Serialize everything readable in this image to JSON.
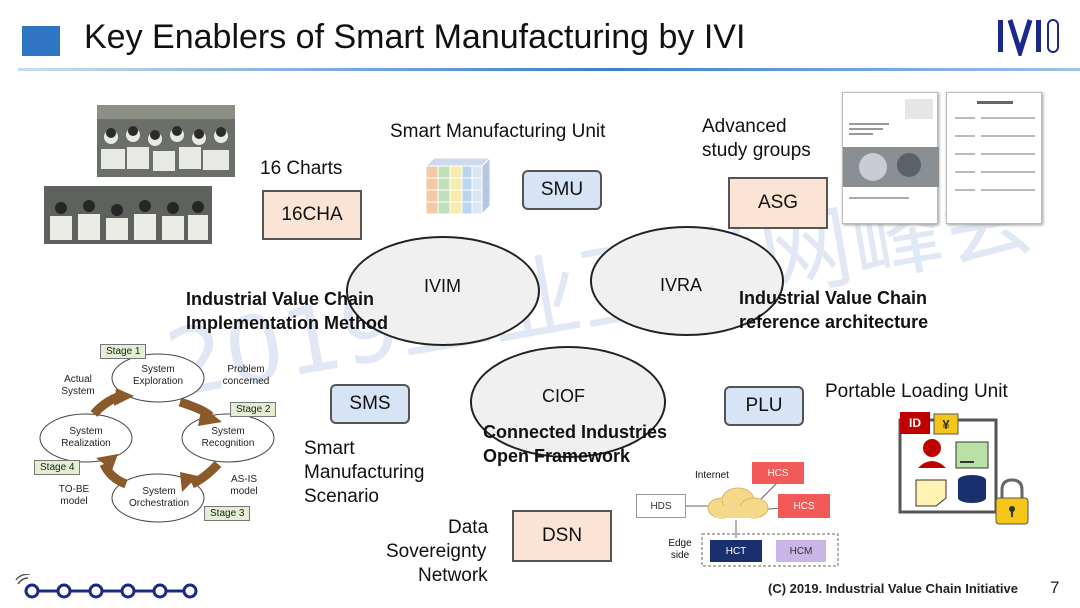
{
  "header": {
    "title": "Key Enablers of Smart Manufacturing by IVI",
    "logo_text": "IVI"
  },
  "enablers": {
    "cha": {
      "caption": "16 Charts",
      "box": "16CHA"
    },
    "smu": {
      "caption": "Smart Manufacturing Unit",
      "box": "SMU"
    },
    "asg": {
      "caption_line1": "Advanced",
      "caption_line2": "study groups",
      "box": "ASG"
    },
    "sms": {
      "box": "SMS",
      "caption_line1": "Smart",
      "caption_line2": "Manufacturing",
      "caption_line3": "Scenario"
    },
    "dsn": {
      "box": "DSN",
      "caption_line1": "Data",
      "caption_line2": "Sovereignty",
      "caption_line3": "Network"
    },
    "plu": {
      "box": "PLU",
      "caption": "Portable Loading Unit"
    }
  },
  "core": {
    "ivim": {
      "label": "IVIM",
      "desc_line1": "Industrial Value Chain",
      "desc_line2": "Implementation Method"
    },
    "ivra": {
      "label": "IVRA",
      "desc_line1": "Industrial Value Chain",
      "desc_line2": "reference architecture"
    },
    "ciof": {
      "label": "CIOF",
      "desc_line1": "Connected Industries",
      "desc_line2": "Open Framework"
    }
  },
  "cycle": {
    "nodes": [
      "System Exploration",
      "System Recognition",
      "System Orchestration",
      "System Realization"
    ],
    "stages": [
      "Stage 1",
      "Stage 2",
      "Stage 3",
      "Stage 4"
    ],
    "notes": {
      "problem": "Problem concerned",
      "asis": "AS-IS model",
      "tobe": "TO-BE model",
      "actual": "Actual System"
    }
  },
  "network": {
    "internet": "Internet",
    "edge": "Edge side",
    "hcs1": "HCS",
    "hcs2": "HCS",
    "hds": "HDS",
    "hct": "HCT",
    "hcm": "HCM"
  },
  "plu_icons": {
    "id_tag": "ID",
    "yen_tag": "¥"
  },
  "footer": {
    "copyright": "(C) 2019. Industrial Value Chain Initiative",
    "page": "7"
  },
  "watermark": "2019工业互联网峰会",
  "colors": {
    "accent": "#2e75c4",
    "logo": "#1b2a8a",
    "peach": "#fbe4d6",
    "blue_box": "#d6e4f6",
    "cycle_arrow": "#8a5a2b"
  }
}
